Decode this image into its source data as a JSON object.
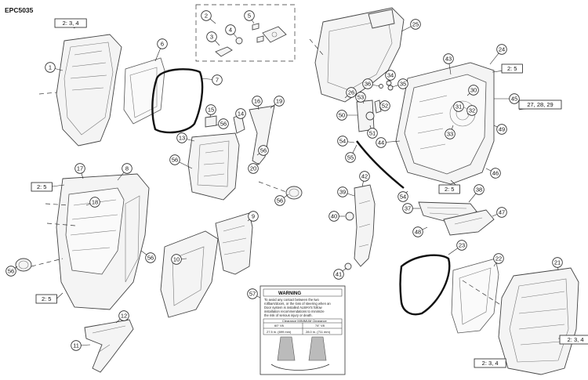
{
  "document_id": "EPC5035",
  "callouts": [
    {
      "label": "1"
    },
    {
      "label": "2"
    },
    {
      "label": "3"
    },
    {
      "label": "4"
    },
    {
      "label": "5"
    },
    {
      "label": "6"
    },
    {
      "label": "7"
    },
    {
      "label": "8"
    },
    {
      "label": "9"
    },
    {
      "label": "10"
    },
    {
      "label": "11"
    },
    {
      "label": "12"
    },
    {
      "label": "13"
    },
    {
      "label": "14"
    },
    {
      "label": "15"
    },
    {
      "label": "16"
    },
    {
      "label": "17"
    },
    {
      "label": "18"
    },
    {
      "label": "19"
    },
    {
      "label": "20"
    },
    {
      "label": "21"
    },
    {
      "label": "22"
    },
    {
      "label": "23"
    },
    {
      "label": "24"
    },
    {
      "label": "25"
    },
    {
      "label": "26"
    },
    {
      "label": "30"
    },
    {
      "label": "31"
    },
    {
      "label": "32"
    },
    {
      "label": "33"
    },
    {
      "label": "34"
    },
    {
      "label": "35"
    },
    {
      "label": "36"
    },
    {
      "label": "37"
    },
    {
      "label": "38"
    },
    {
      "label": "39"
    },
    {
      "label": "40"
    },
    {
      "label": "41"
    },
    {
      "label": "42"
    },
    {
      "label": "43"
    },
    {
      "label": "44"
    },
    {
      "label": "45"
    },
    {
      "label": "46"
    },
    {
      "label": "47"
    },
    {
      "label": "48"
    },
    {
      "label": "49"
    },
    {
      "label": "50"
    },
    {
      "label": "51"
    },
    {
      "label": "52"
    },
    {
      "label": "53"
    },
    {
      "label": "54"
    },
    {
      "label": "55"
    },
    {
      "label": "56"
    },
    {
      "label": "57"
    }
  ],
  "box_callouts": [
    {
      "label": "2: 3, 4"
    },
    {
      "label": "2: 5"
    },
    {
      "label": "27, 28, 29"
    },
    {
      "label": "2: 3, 4"
    }
  ],
  "warning_label": {
    "title": "WARNING",
    "lines": [
      "To avoid any contact between the two",
      "rollbars/doors, or the loss of steering when an",
      "Door system is installed ALWAYS follow",
      "installation recommendations to minimize",
      "the risk of serious injury or death."
    ],
    "header": "Clearance MINIMUM Clearance",
    "col1": "60\" V6",
    "col2": "74\" V8",
    "val1": "27.5 in. (699 mm)",
    "val2": "28.0 in. (711 mm)"
  }
}
